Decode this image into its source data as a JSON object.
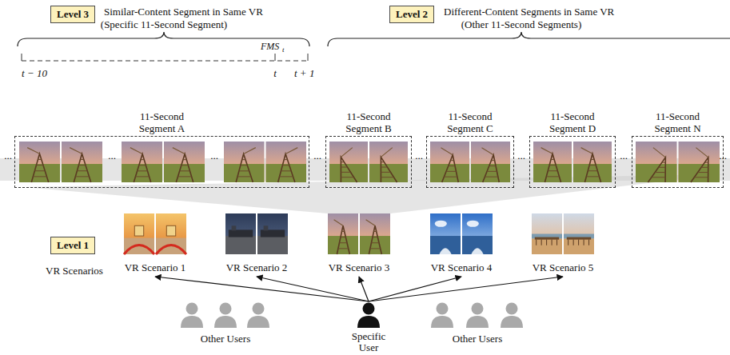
{
  "diagram": {
    "nodes": [
      {
        "text": [
          "Level 3"
        ]
      },
      {
        "text": [
          "Level 2"
        ]
      },
      {
        "text": [
          "11-Second Segment A"
        ]
      },
      {
        "text": [
          "11-Second Segment B"
        ]
      },
      {
        "text": [
          "11-Second Segment C"
        ]
      },
      {
        "text": [
          "11-Second Segment D"
        ]
      },
      {
        "text": [
          "11-Second Segment N"
        ]
      },
      {
        "text": [
          "Level 1"
        ]
      },
      {
        "text": [
          "VR Scenario 1"
        ]
      },
      {
        "text": [
          "VR Scenario 2"
        ]
      },
      {
        "text": [
          "VR Scenario 3"
        ]
      },
      {
        "text": [
          "VR Scenario 4"
        ]
      },
      {
        "text": [
          "VR Scenario 5"
        ]
      },
      {
        "text": [
          "Specific User"
        ]
      }
    ],
    "edges": [
      {
        "from": 13,
        "to": 8,
        "arrow": "to"
      },
      {
        "from": 13,
        "to": 9,
        "arrow": "to"
      },
      {
        "from": 13,
        "to": 10,
        "arrow": "to"
      },
      {
        "from": 13,
        "to": 11,
        "arrow": "to"
      },
      {
        "from": 13,
        "to": 12,
        "arrow": "to"
      }
    ],
    "labels": [
      "Similar-Content Segment in Same VR",
      "(Specific 11-Second Segment)",
      "Different-Content Segments in Same VR",
      "(Other 11-Second Segments)",
      "t − 10",
      "FMS",
      "t",
      "t",
      "t + 1",
      "...",
      "...",
      "...",
      "...",
      "...",
      "...",
      "...",
      "...",
      "VR Scenarios",
      "Other Users",
      "Other Users"
    ]
  }
}
